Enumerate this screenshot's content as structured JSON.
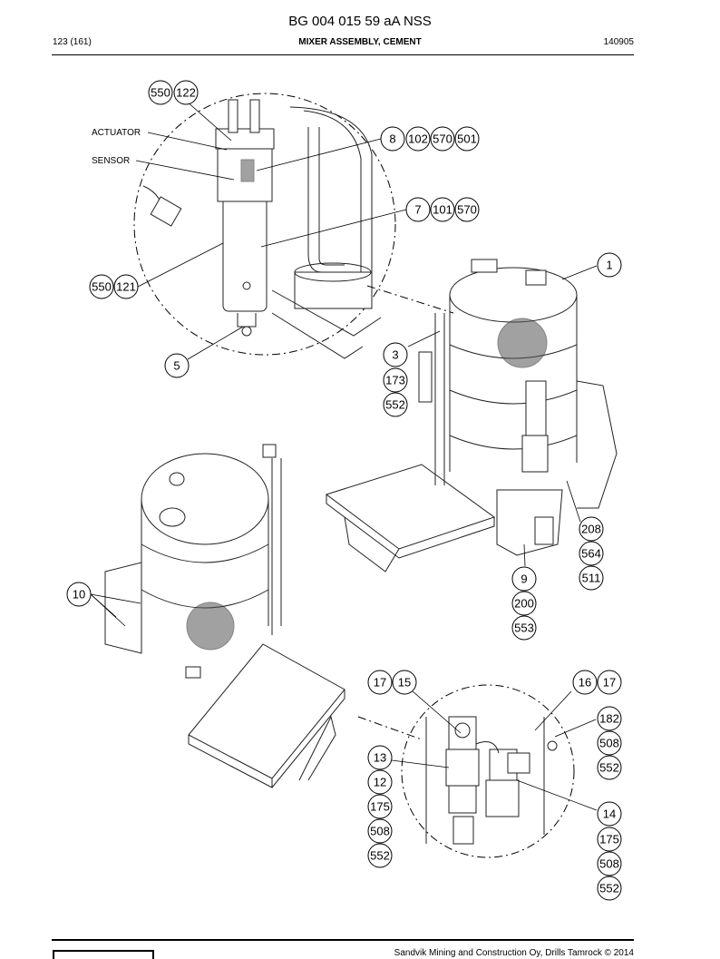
{
  "header": {
    "doc_number": "BG 004 015 59 aA NSS",
    "page": "123 (161)",
    "title": "MIXER ASSEMBLY, CEMENT",
    "date": "140905"
  },
  "labels": {
    "actuator": "ACTUATOR",
    "sensor": "SENSOR"
  },
  "callouts": {
    "c550a": "550",
    "c122": "122",
    "c8": "8",
    "c102": "102",
    "c570a": "570",
    "c501": "501",
    "c7": "7",
    "c101": "101",
    "c570b": "570",
    "c550b": "550",
    "c121": "121",
    "c5": "5",
    "c1": "1",
    "c3": "3",
    "c173": "173",
    "c552a": "552",
    "c208": "208",
    "c564": "564",
    "c511": "511",
    "c9": "9",
    "c200": "200",
    "c553": "553",
    "c10": "10",
    "c17a": "17",
    "c15": "15",
    "c16": "16",
    "c17b": "17",
    "c182": "182",
    "c508a": "508",
    "c552b": "552",
    "c13": "13",
    "c12": "12",
    "c175a": "175",
    "c508b": "508",
    "c552c": "552",
    "c14": "14",
    "c175b": "175",
    "c508c": "508",
    "c552d": "552"
  },
  "footer": {
    "text": "Sandvik Mining and Construction Oy, Drills Tamrock © 2014"
  }
}
